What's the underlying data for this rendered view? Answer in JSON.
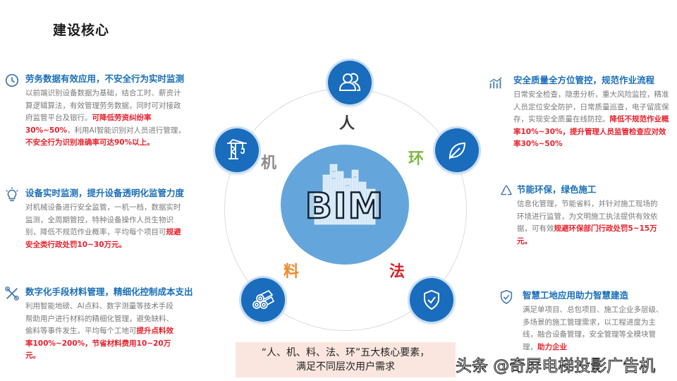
{
  "title": "建设核心",
  "sections": [
    {
      "id": "labor",
      "icon": "clock-icon",
      "heading": "劳务数据有效应用，不安全行为实时监测",
      "body": [
        {
          "t": "以前端识别设备数据为基础，结合工时、薪资计算逻辑算法，有效管理劳务数据，同时可对接政府监管平台及银行。",
          "hl": false
        },
        {
          "t": "可降低劳资纠纷率30%~50%",
          "hl": true
        },
        {
          "t": "，利用AI智能识别对人员进行管理，",
          "hl": false
        },
        {
          "t": "不安全行为识别准确率可达90%以上。",
          "hl": true
        }
      ]
    },
    {
      "id": "equipment",
      "icon": "lightbulb-icon",
      "heading": "设备实时监测，提升设备透明化监管力度",
      "body": [
        {
          "t": "对机械设备进行安全监管，一机一档，数据实时监测，全周期管控，特种设备操作人员生物识别，降低不规范作业概率，平均每个项目可",
          "hl": false
        },
        {
          "t": "规避安全类行政处罚10~30万元。",
          "hl": true
        }
      ]
    },
    {
      "id": "material",
      "icon": "tools-icon",
      "heading": "数字化手段材料管理，精细化控制成本支出",
      "body": [
        {
          "t": "利用智能地磅、AI点料、数字测量等技术手段帮助用户进行材料的精细化管理，避免缺料、偷料等事件发生。平均每个工地可",
          "hl": false
        },
        {
          "t": "提升点料效率100%~200%，节省材料费用10~20万元。",
          "hl": true
        }
      ]
    },
    {
      "id": "safety-quality",
      "icon": "bar-chart-icon",
      "heading": "安全质量全方位管控，规范作业流程",
      "body": [
        {
          "t": "日常安全检查，隐患分析，重大风险监控，精准人员定位安全防护，日常质量巡查，电子留底保存，实现安全质量在线防控。",
          "hl": false
        },
        {
          "t": "降低不规范作业概率10%~30%，提升管理人员监管检查应对效率30%~50%",
          "hl": true
        }
      ]
    },
    {
      "id": "green",
      "icon": "recycle-icon",
      "heading": "节能环保，绿色施工",
      "body": [
        {
          "t": "信息化管理，节能省料，并针对施工现场的环境进行监管，为文明施工执法提供有效依据，可有效",
          "hl": false
        },
        {
          "t": "规避环保部门行政处罚5~15万元。",
          "hl": true
        }
      ]
    },
    {
      "id": "smart-site",
      "icon": "shield-check-icon",
      "heading": "智慧工地应用助力智慧建造",
      "body": [
        {
          "t": "满足单项目、总包项目、施工企业多层级、多场景的施工管理需求，以工程进度为主线，融合设备管理，安全管理等全模块管理，",
          "hl": false
        },
        {
          "t": "助力企业",
          "hl": true
        }
      ]
    }
  ],
  "diagram": {
    "center_label": "BIM",
    "nodes": [
      {
        "id": "person",
        "label": "人",
        "icon": "users-icon",
        "color": "#3a3a3a"
      },
      {
        "id": "machine",
        "label": "机",
        "icon": "crane-icon",
        "color": "#8c8c8c"
      },
      {
        "id": "environment",
        "label": "环",
        "icon": "leaf-icon",
        "color": "#7cba3f"
      },
      {
        "id": "material",
        "label": "料",
        "icon": "pipes-icon",
        "color": "#ef8a2c"
      },
      {
        "id": "method",
        "label": "法",
        "icon": "shield-check-icon",
        "color": "#d0242a"
      }
    ]
  },
  "banner": {
    "line1": "“人、机、料、法、环”五大核心要素，",
    "line2": "满足不同层次用户需求"
  },
  "watermark": "头条 @奇屏电梯投影广告机",
  "colors": {
    "heading_blue": "#1a6fb8",
    "node_blue": "#1a6cbc",
    "center_blue": "#64a6dc",
    "highlight_red": "#e8212b",
    "banner_bg": "#fbe6df"
  }
}
